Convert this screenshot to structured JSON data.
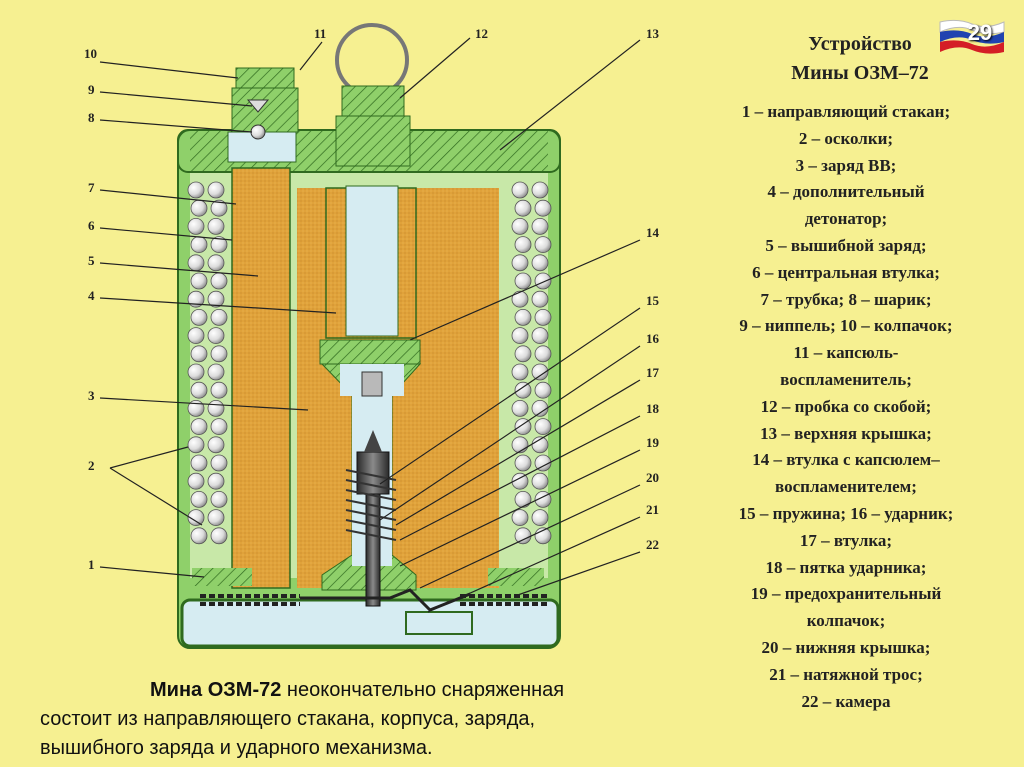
{
  "title": {
    "line1": "Устройство",
    "line2": "Мины ОЗМ–72"
  },
  "slide_number": "29",
  "legend": [
    "1 – направляющий стакан;",
    "2 – осколки;",
    "3 – заряд ВВ;",
    "4 – дополнительный",
    "детонатор;",
    "5 – вышибной заряд;",
    "6 – центральная втулка;",
    "7 – трубка;  8 – шарик;",
    "9 – ниппель;  10 – колпачок;",
    "11 – капсюль-",
    "воспламенитель;",
    "12 – пробка со скобой;",
    "13 – верхняя крышка;",
    "14 – втулка с капсюлем–",
    "воспламенителем;",
    "15 – пружина; 16 – ударник;",
    "17 – втулка;",
    "18 – пятка ударника;",
    "19 – предохранительный",
    "колпачок;",
    "20 – нижняя крышка;",
    "21 – натяжной трос;",
    "22 – камера"
  ],
  "caption": {
    "title": "Мина ОЗМ-72",
    "lead": "  неокончательно снаряженная",
    "line2": "состоит из направляющего стакана, корпуса, заряда,",
    "line3": "вышибного заряда и ударного механизма."
  },
  "callouts": {
    "n1": "1",
    "n2": "2",
    "n3": "3",
    "n4": "4",
    "n5": "5",
    "n6": "6",
    "n7": "7",
    "n8": "8",
    "n9": "9",
    "n10": "10",
    "n11": "11",
    "n12": "12",
    "n13": "13",
    "n14": "14",
    "n15": "15",
    "n16": "16",
    "n17": "17",
    "n18": "18",
    "n19": "19",
    "n20": "20",
    "n21": "21",
    "n22": "22"
  },
  "colors": {
    "background": "#f6f091",
    "casing": "#8fd06a",
    "casing_edge": "#2f6a1f",
    "charge": "#e0a23a",
    "inner_cavity": "#d6ecf2",
    "pellet": "#f0f0f0",
    "metal": "#555555"
  }
}
